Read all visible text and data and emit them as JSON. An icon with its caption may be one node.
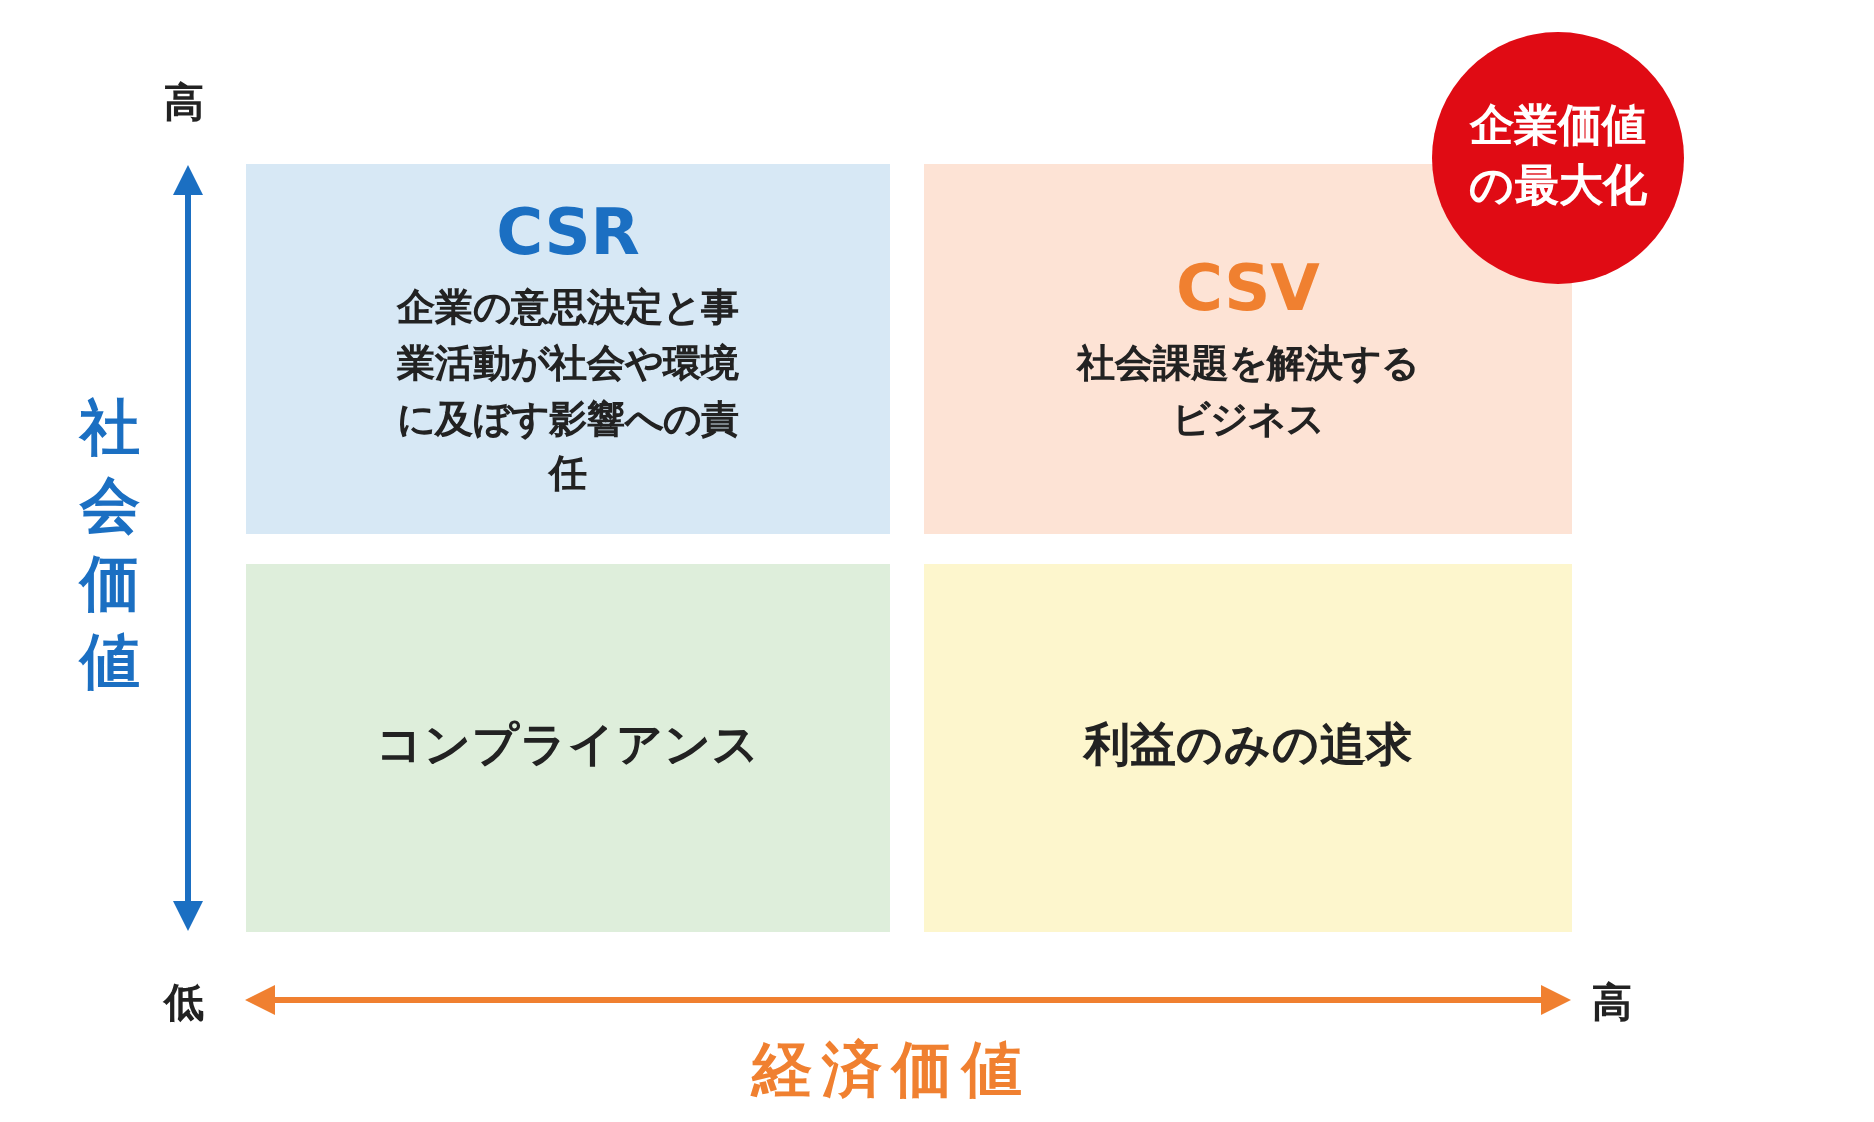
{
  "diagram": {
    "nodes": [
      {
        "text": [
          "CSR",
          "企業の意思決定と事業活動が社会や環境に及ぼす影響への責任"
        ]
      },
      {
        "text": [
          "CSV",
          "社会課題を解決するビジネス"
        ]
      },
      {
        "text": [
          "企業価値の最大化"
        ]
      },
      {
        "text": [
          "コンプライアンス"
        ]
      },
      {
        "text": [
          "利益のみの追求"
        ]
      }
    ],
    "edges": [],
    "labels": [
      "高",
      "社会価値",
      "低",
      "高",
      "経済価値"
    ]
  }
}
